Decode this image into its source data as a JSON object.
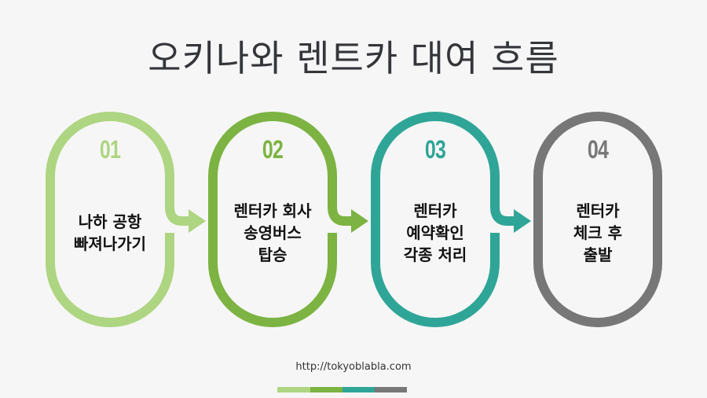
{
  "title": "오키나와 렌트카 대여 흐름",
  "steps": [
    {
      "number": "01",
      "label_lines": [
        "나하 공항",
        "빠져나가기"
      ],
      "color": "#aed581"
    },
    {
      "number": "02",
      "label_lines": [
        "렌터카 회사",
        "송영버스",
        "탑승"
      ],
      "color": "#7cb342"
    },
    {
      "number": "03",
      "label_lines": [
        "렌터카",
        "예약확인",
        "각종 처리"
      ],
      "color": "#2fa597"
    },
    {
      "number": "04",
      "label_lines": [
        "렌터카",
        "체크 후",
        "출발"
      ],
      "color": "#777777"
    }
  ],
  "footer": {
    "url": "http://tokyoblabla.com",
    "bar_colors": [
      "#aed581",
      "#7cb342",
      "#2fa597",
      "#777777"
    ]
  }
}
